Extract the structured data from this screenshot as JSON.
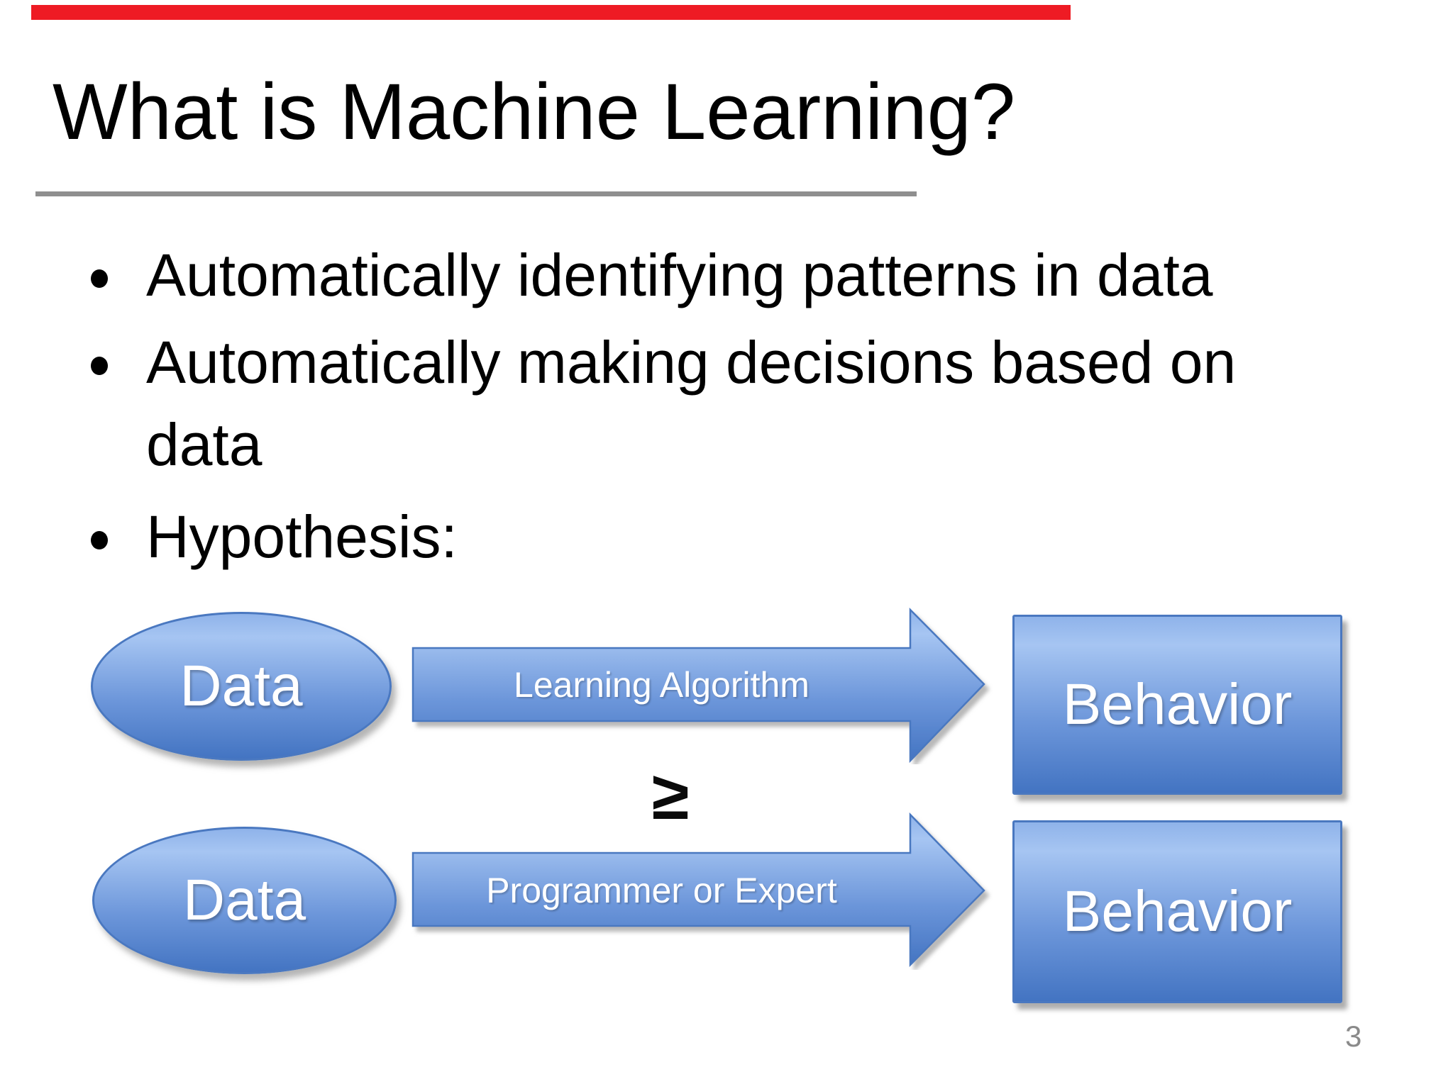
{
  "slide": {
    "title": "What is Machine Learning?",
    "page_number": "3",
    "bullets": [
      {
        "lines": [
          "Automatically identifying patterns in data"
        ]
      },
      {
        "lines": [
          "Automatically making decisions based on",
          "data"
        ]
      },
      {
        "lines": [
          "Hypothesis:"
        ]
      }
    ],
    "diagram": {
      "comparison_symbol": "≥",
      "rows": [
        {
          "input": "Data",
          "process": "Learning Algorithm",
          "output": "Behavior"
        },
        {
          "input": "Data",
          "process": "Programmer or Expert",
          "output": "Behavior"
        }
      ]
    },
    "colors": {
      "top_bar": "#ee1b24",
      "shape_gradient_top": "#a6c5f2",
      "shape_gradient_bottom": "#4374c2",
      "shape_border": "#4a78c0",
      "shape_text": "#ffffff",
      "title_rule": "#8f8f8f",
      "body_text": "#000000",
      "page_number": "#8a8a8a"
    }
  }
}
